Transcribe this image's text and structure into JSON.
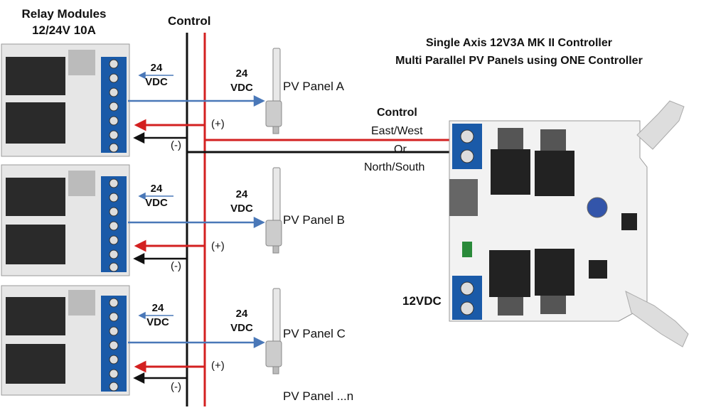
{
  "header": {
    "relay_title_line1": "Relay Modules",
    "relay_title_line2": "12/24V 10A",
    "control_label": "Control",
    "controller_title_line1": "Single Axis 12V3A MK II Controller",
    "controller_title_line2": "Multi Parallel PV Panels using ONE Controller"
  },
  "relays": [
    {
      "vdc_left_1": "24",
      "vdc_left_2": "VDC",
      "vdc_right_1": "24",
      "vdc_right_2": "VDC",
      "panel": "PV Panel A",
      "plus": "(+)",
      "minus": "(-)"
    },
    {
      "vdc_left_1": "24",
      "vdc_left_2": "VDC",
      "vdc_right_1": "24",
      "vdc_right_2": "VDC",
      "panel": "PV Panel B",
      "plus": "(+)",
      "minus": "(-)"
    },
    {
      "vdc_left_1": "24",
      "vdc_left_2": "VDC",
      "vdc_right_1": "24",
      "vdc_right_2": "VDC",
      "panel": "PV Panel C",
      "plus": "(+)",
      "minus": "(-)"
    }
  ],
  "extra_panel": "PV Panel ...n",
  "control_link": {
    "title": "Control",
    "line1": "East/West",
    "line2": "Or",
    "line3": "North/South"
  },
  "power_label": "12VDC",
  "colors": {
    "red_wire": "#d32020",
    "black_wire": "#111111",
    "blue_wire": "#4a78b8",
    "relay_blue": "#1a5aa8",
    "board": "#f4f4f4"
  }
}
